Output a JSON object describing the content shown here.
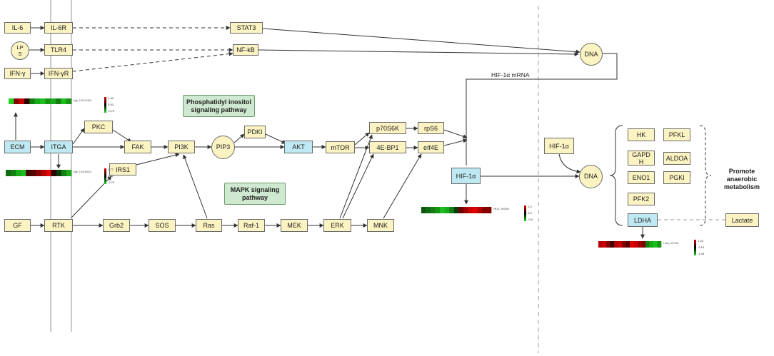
{
  "diagram": {
    "nodes": {
      "il6": "IL-6",
      "il6r": "IL-6R",
      "stat3": "STAT3",
      "lps": "LP\nS",
      "tlr4": "TLR4",
      "nfkb": "NF-kB",
      "ifny": "IFN-γ",
      "ifnyr": "IFN-γR",
      "dna_top": "DNA",
      "dna_right": "DNA",
      "ecm": "ECM",
      "itga": "ITGA",
      "pkc": "PKC",
      "fak": "FAK",
      "pi3k": "PI3K",
      "pip3": "PIP3",
      "pdki": "PDKI",
      "akt": "AKT",
      "mtor": "mTOR",
      "p70s6k": "p70S6K",
      "rps6": "rpS6",
      "4ebp1": "4E-BP1",
      "eif4e": "eIf4E",
      "hif1a": "HIF-1α",
      "hif1a_right": "HIF-1α",
      "irs1": "IRS1",
      "gf": "GF",
      "rtk": "RTK",
      "grb2": "Grb2",
      "sos": "SOS",
      "ras": "Ras",
      "raf1": "Raf-1",
      "mek": "MEK",
      "erk": "ERK",
      "mnk": "MNK",
      "hk": "HK",
      "pfkl": "PFKL",
      "gapdh": "GAPD\nH",
      "aldoa": "ALDOA",
      "eno1": "ENO1",
      "pgki": "PGKI",
      "pfk2": "PFK2",
      "ldha": "LDHA",
      "lactate": "Lactate"
    },
    "labels": {
      "hif_mrna": "HIF-1α mRNA",
      "pi3k_pathway": "Phosphatidyl inositol\nsignaling pathway",
      "mapk_pathway": "MAPK signaling\npathway",
      "anaerobic": "Promote anaerobic\nmetabolism"
    },
    "colors": {
      "node_fill": "#fbf3c1",
      "node_blue": "#bfe9f2",
      "pathway_fill": "#cfe8d0",
      "heat_high": "#e00000",
      "heat_low": "#1fd41f"
    },
    "heatmaps": [
      {
        "id": "hm1",
        "title": "Itgb_100101553",
        "cells": [
          -1,
          0.6,
          0.9,
          0.2,
          -0.6,
          -0.8,
          -0.9,
          -0.7,
          -0.8,
          -0.6,
          -0.9,
          -0.7
        ],
        "legend": [
          "2.46",
          "0.53",
          "-0.79"
        ]
      },
      {
        "id": "hm2",
        "title": "Itgb_100150091",
        "cells": [
          -0.5,
          -0.6,
          -0.8,
          -0.9,
          0.3,
          0.4,
          0.6,
          0.8,
          1,
          0.2,
          -0.3,
          -0.6,
          -0.8
        ],
        "legend": [
          "1.77",
          "0.52",
          "-0.73"
        ]
      },
      {
        "id": "hm3",
        "title": "Hif1a_396656",
        "cells": [
          -0.4,
          -0.5,
          -0.6,
          -0.7,
          -0.9,
          -0.8,
          -0.6,
          -0.3,
          0.5,
          0.7,
          0.9,
          1,
          0.8,
          0.6,
          0.6
        ],
        "legend": [
          "1.9",
          "0.5",
          "-0.8"
        ]
      },
      {
        "id": "hm4",
        "title": "Ldha_407245",
        "cells": [
          0.8,
          0.9,
          0.6,
          0.3,
          0.8,
          0.9,
          0.6,
          0.4,
          1,
          0.9,
          0.7,
          0.6,
          -0.6,
          -0.8,
          -0.9,
          -0.7
        ],
        "legend": [
          "1.16",
          "-0.15",
          "-1.46"
        ]
      }
    ]
  }
}
